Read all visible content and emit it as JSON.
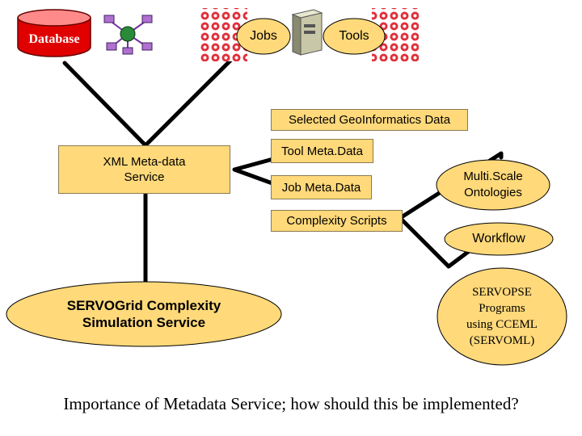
{
  "title_question": "Importance of Metadata Service; how should this be implemented?",
  "nodes": {
    "database": "Database",
    "jobs": "Jobs",
    "tools": "Tools",
    "selected_data": "Selected GeoInformatics Data",
    "xml_service": "XML Meta-data\nService",
    "tool_meta": "Tool Meta.Data",
    "job_meta": "Job Meta.Data",
    "complexity_scripts": "Complexity Scripts",
    "multiscale": "Multi.Scale\nOntologies",
    "workflow": "Workflow",
    "servogrid": "SERVOGrid Complexity\nSimulation Service",
    "servopse": "SERVOPSE\nPrograms\nusing CCEML\n(SERVOML)"
  },
  "colors": {
    "box_fill": "#FFD97A",
    "database_fill": "#E00000",
    "line": "#000000",
    "grid_icon": "#E0303A"
  },
  "icons": [
    "network-icon",
    "grid-icon",
    "server-icon"
  ]
}
